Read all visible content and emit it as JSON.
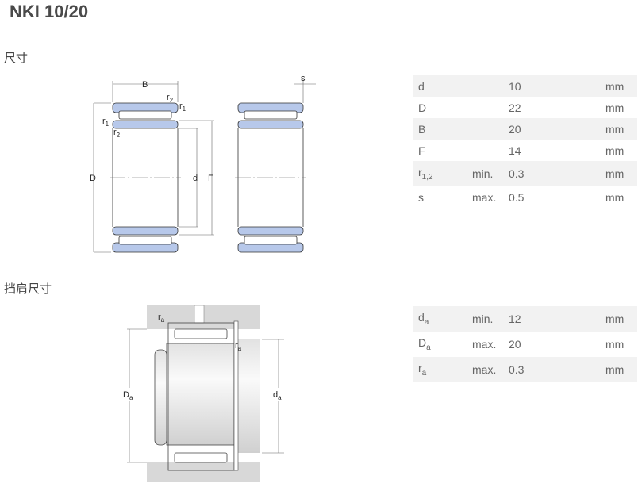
{
  "title": "NKI 10/20",
  "dimensions": {
    "heading": "尺寸",
    "diagram_labels": {
      "B": "B",
      "D": "D",
      "d": "d",
      "F": "F",
      "s": "s",
      "r1": "r",
      "r2": "r",
      "sub1": "1",
      "sub2": "2"
    },
    "rows": [
      {
        "sym": "d",
        "sub": "",
        "qual": "",
        "val": "10",
        "unit": "mm"
      },
      {
        "sym": "D",
        "sub": "",
        "qual": "",
        "val": "22",
        "unit": "mm"
      },
      {
        "sym": "B",
        "sub": "",
        "qual": "",
        "val": "20",
        "unit": "mm"
      },
      {
        "sym": "F",
        "sub": "",
        "qual": "",
        "val": "14",
        "unit": "mm"
      },
      {
        "sym": "r",
        "sub": "1,2",
        "qual": "min.",
        "val": "0.3",
        "unit": "mm"
      },
      {
        "sym": "s",
        "sub": "",
        "qual": "max.",
        "val": "0.5",
        "unit": "mm"
      }
    ]
  },
  "abutment": {
    "heading": "挡肩尺寸",
    "diagram_labels": {
      "Da": "D",
      "da": "d",
      "ra": "r",
      "sub": "a"
    },
    "rows": [
      {
        "sym": "d",
        "sub": "a",
        "qual": "min.",
        "val": "12",
        "unit": "mm"
      },
      {
        "sym": "D",
        "sub": "a",
        "qual": "max.",
        "val": "20",
        "unit": "mm"
      },
      {
        "sym": "r",
        "sub": "a",
        "qual": "max.",
        "val": "0.3",
        "unit": "mm"
      }
    ]
  }
}
